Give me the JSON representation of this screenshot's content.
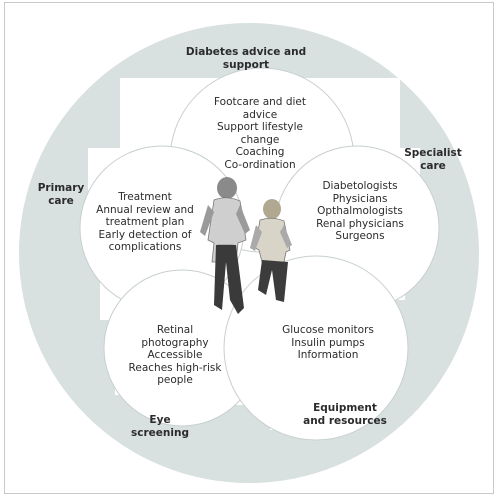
{
  "sectors": {
    "top": [
      "Diabetes advice and",
      "support"
    ],
    "left": [
      "Primary",
      "care"
    ],
    "right": [
      "Specialist",
      "care"
    ],
    "bottom_left": [
      "Eye",
      "screening"
    ],
    "bottom_right": [
      "Equipment",
      "and resources"
    ]
  },
  "petals": {
    "top": [
      "Footcare and diet",
      "advice",
      "Support lifestyle",
      "change",
      "Coaching",
      "Co-ordination"
    ],
    "left": [
      "Treatment",
      "Annual review and",
      "treatment plan",
      "Early detection of",
      "complications"
    ],
    "right": [
      "Diabetologists",
      "Physicians",
      "Opthalmologists",
      "Renal physicians",
      "Surgeons"
    ],
    "bottom_left": [
      "Retinal",
      "photography",
      "Accessible",
      "Reaches high-risk",
      "people"
    ],
    "bottom_right": [
      "Glucose monitors",
      "Insulin pumps",
      "Information"
    ]
  },
  "colors": {
    "outer_circle": "#d8e0e0",
    "inner_shape": "#ffffff",
    "petal": "#ffffff",
    "petal_outline": "#c8cfcf",
    "text": "#2b2b2b"
  },
  "icons": {
    "center_image": "couple-walking-photo"
  }
}
